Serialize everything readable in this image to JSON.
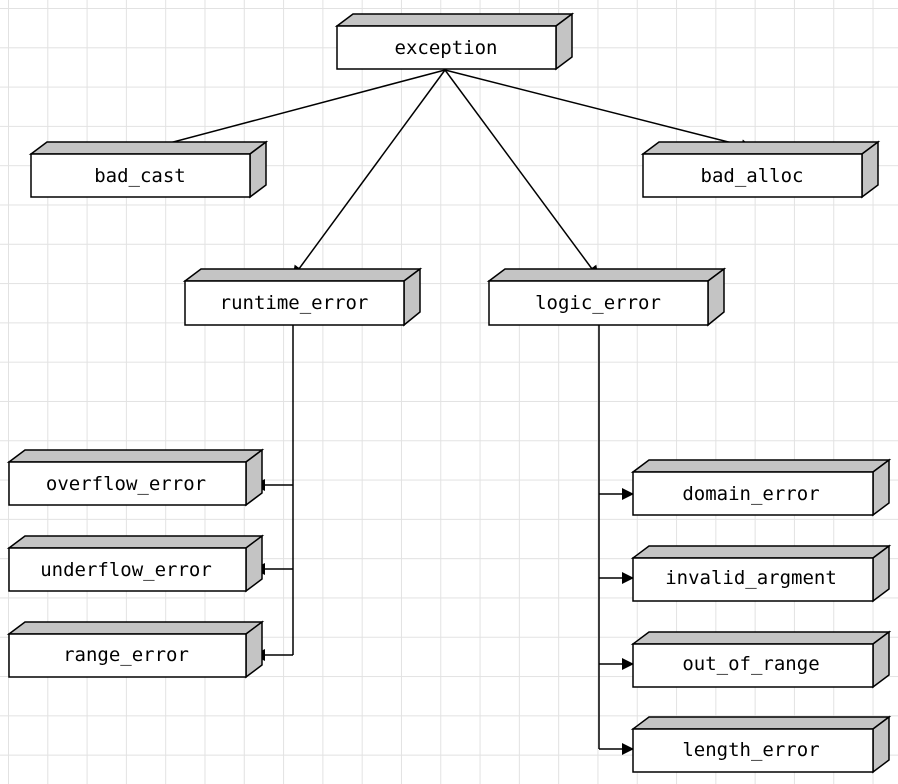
{
  "diagram": {
    "nodes": [
      {
        "id": "exception",
        "label": "exception"
      },
      {
        "id": "bad_cast",
        "label": "bad_cast"
      },
      {
        "id": "bad_alloc",
        "label": "bad_alloc"
      },
      {
        "id": "runtime_error",
        "label": "runtime_error"
      },
      {
        "id": "logic_error",
        "label": "logic_error"
      },
      {
        "id": "overflow_error",
        "label": "overflow_error"
      },
      {
        "id": "underflow_error",
        "label": "underflow_error"
      },
      {
        "id": "range_error",
        "label": "range_error"
      },
      {
        "id": "domain_error",
        "label": "domain_error"
      },
      {
        "id": "invalid_argment",
        "label": "invalid_argment"
      },
      {
        "id": "out_of_range",
        "label": "out_of_range"
      },
      {
        "id": "length_error",
        "label": "length_error"
      }
    ],
    "edges": [
      {
        "from": "exception",
        "to": "bad_cast"
      },
      {
        "from": "exception",
        "to": "bad_alloc"
      },
      {
        "from": "exception",
        "to": "runtime_error"
      },
      {
        "from": "exception",
        "to": "logic_error"
      },
      {
        "from": "runtime_error",
        "to": "overflow_error"
      },
      {
        "from": "runtime_error",
        "to": "underflow_error"
      },
      {
        "from": "runtime_error",
        "to": "range_error"
      },
      {
        "from": "logic_error",
        "to": "domain_error"
      },
      {
        "from": "logic_error",
        "to": "invalid_argment"
      },
      {
        "from": "logic_error",
        "to": "out_of_range"
      },
      {
        "from": "logic_error",
        "to": "length_error"
      }
    ],
    "colors": {
      "box_face": "#ffffff",
      "box_side": "#c4c4c4",
      "stroke": "#000000",
      "grid": "#e2e2e2"
    }
  }
}
